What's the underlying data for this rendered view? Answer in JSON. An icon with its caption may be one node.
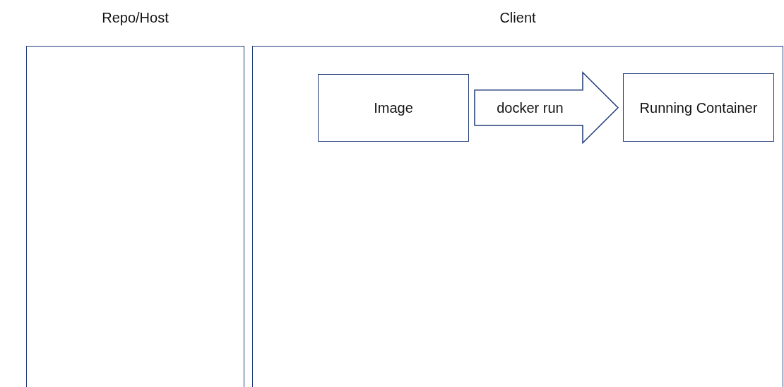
{
  "diagram": {
    "nodes": [
      {
        "text": [
          "Repo/Host"
        ]
      },
      {
        "text": [
          "Client"
        ]
      },
      {
        "text": [
          "Image"
        ],
        "in": 1
      },
      {
        "text": [
          "Running Container"
        ],
        "in": 1
      }
    ],
    "edges": [
      {
        "from": 2,
        "to": 3,
        "arrow": "to",
        "label": "docker run"
      }
    ]
  }
}
